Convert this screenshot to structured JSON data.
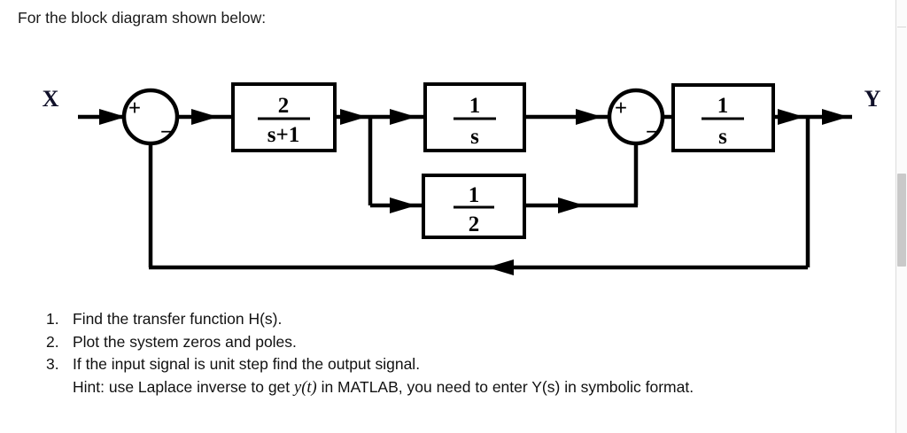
{
  "prompt": {
    "text": "For the block diagram shown below:"
  },
  "diagram": {
    "input_label": "X",
    "output_label": "Y",
    "summers": [
      {
        "id": "sum1",
        "plus": "+",
        "minus": "−"
      },
      {
        "id": "sum2",
        "plus": "+",
        "minus": "−"
      }
    ],
    "blocks": [
      {
        "id": "block-2-over-s-plus-1",
        "numerator": "2",
        "denominator": "s+1"
      },
      {
        "id": "block-1-over-s-first",
        "numerator": "1",
        "denominator": "s"
      },
      {
        "id": "block-1-over-2",
        "numerator": "1",
        "denominator": "2"
      },
      {
        "id": "block-1-over-s-second",
        "numerator": "1",
        "denominator": "s"
      }
    ],
    "colors": {
      "wire": "#000000",
      "block_fill": "#ffffff",
      "label": "#11112a"
    }
  },
  "tasks": [
    {
      "number": "1.",
      "text": "Find the transfer function H(s)."
    },
    {
      "number": "2.",
      "text": "Plot the system zeros and poles."
    },
    {
      "number": "3.",
      "text": "If the input signal is unit step find the output signal."
    }
  ],
  "hint": {
    "lead": "Hint: use Laplace inverse to get ",
    "math": "y(t)",
    "tail": " in MATLAB, you need to enter Y(s) in symbolic format."
  }
}
